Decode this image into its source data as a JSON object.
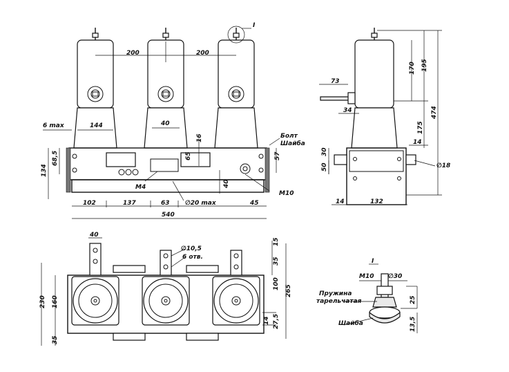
{
  "front_view": {
    "pole_spacing_left": "200",
    "pole_spacing_right": "200",
    "label_6max": "6 max",
    "width_144": "144",
    "width_40": "40",
    "height_16": "16",
    "height_65": "65",
    "height_68_5": "68,5",
    "height_134": "134",
    "height_57": "57",
    "height_40": "40",
    "bolt_label": "Болт",
    "washer_label": "Шайба",
    "m4_label": "М4",
    "m10_label": "М10",
    "dim_102": "102",
    "dim_137": "137",
    "dim_63": "63",
    "dim_20max": "∅20 max",
    "dim_45": "45",
    "dim_540": "540"
  },
  "side_view": {
    "dim_73": "73",
    "dim_34": "34",
    "dim_170": "170",
    "dim_195": "195",
    "dim_474": "474",
    "dim_175": "175",
    "dim_14a": "14",
    "dim_30": "30",
    "dim_50": "50",
    "dim_18": "∅18",
    "dim_14b": "14",
    "dim_132": "132"
  },
  "top_view": {
    "dim_40": "40",
    "dim_10_5": "∅10,5",
    "holes_label": "6 отв.",
    "dim_15": "15",
    "dim_35a": "35",
    "dim_100": "100",
    "dim_265": "265",
    "dim_14": "14",
    "dim_27_5": "27,5",
    "dim_230": "230",
    "dim_160": "160",
    "dim_35b": "35"
  },
  "detail_view": {
    "detail_mark": "I",
    "detail_ref_mark": "I",
    "m10_label": "М10",
    "dim_30": "∅30",
    "spring_label_1": "Пружина",
    "spring_label_2": "тарельчатая",
    "washer_label": "Шайба",
    "dim_25": "25",
    "dim_13_5": "13,5"
  }
}
